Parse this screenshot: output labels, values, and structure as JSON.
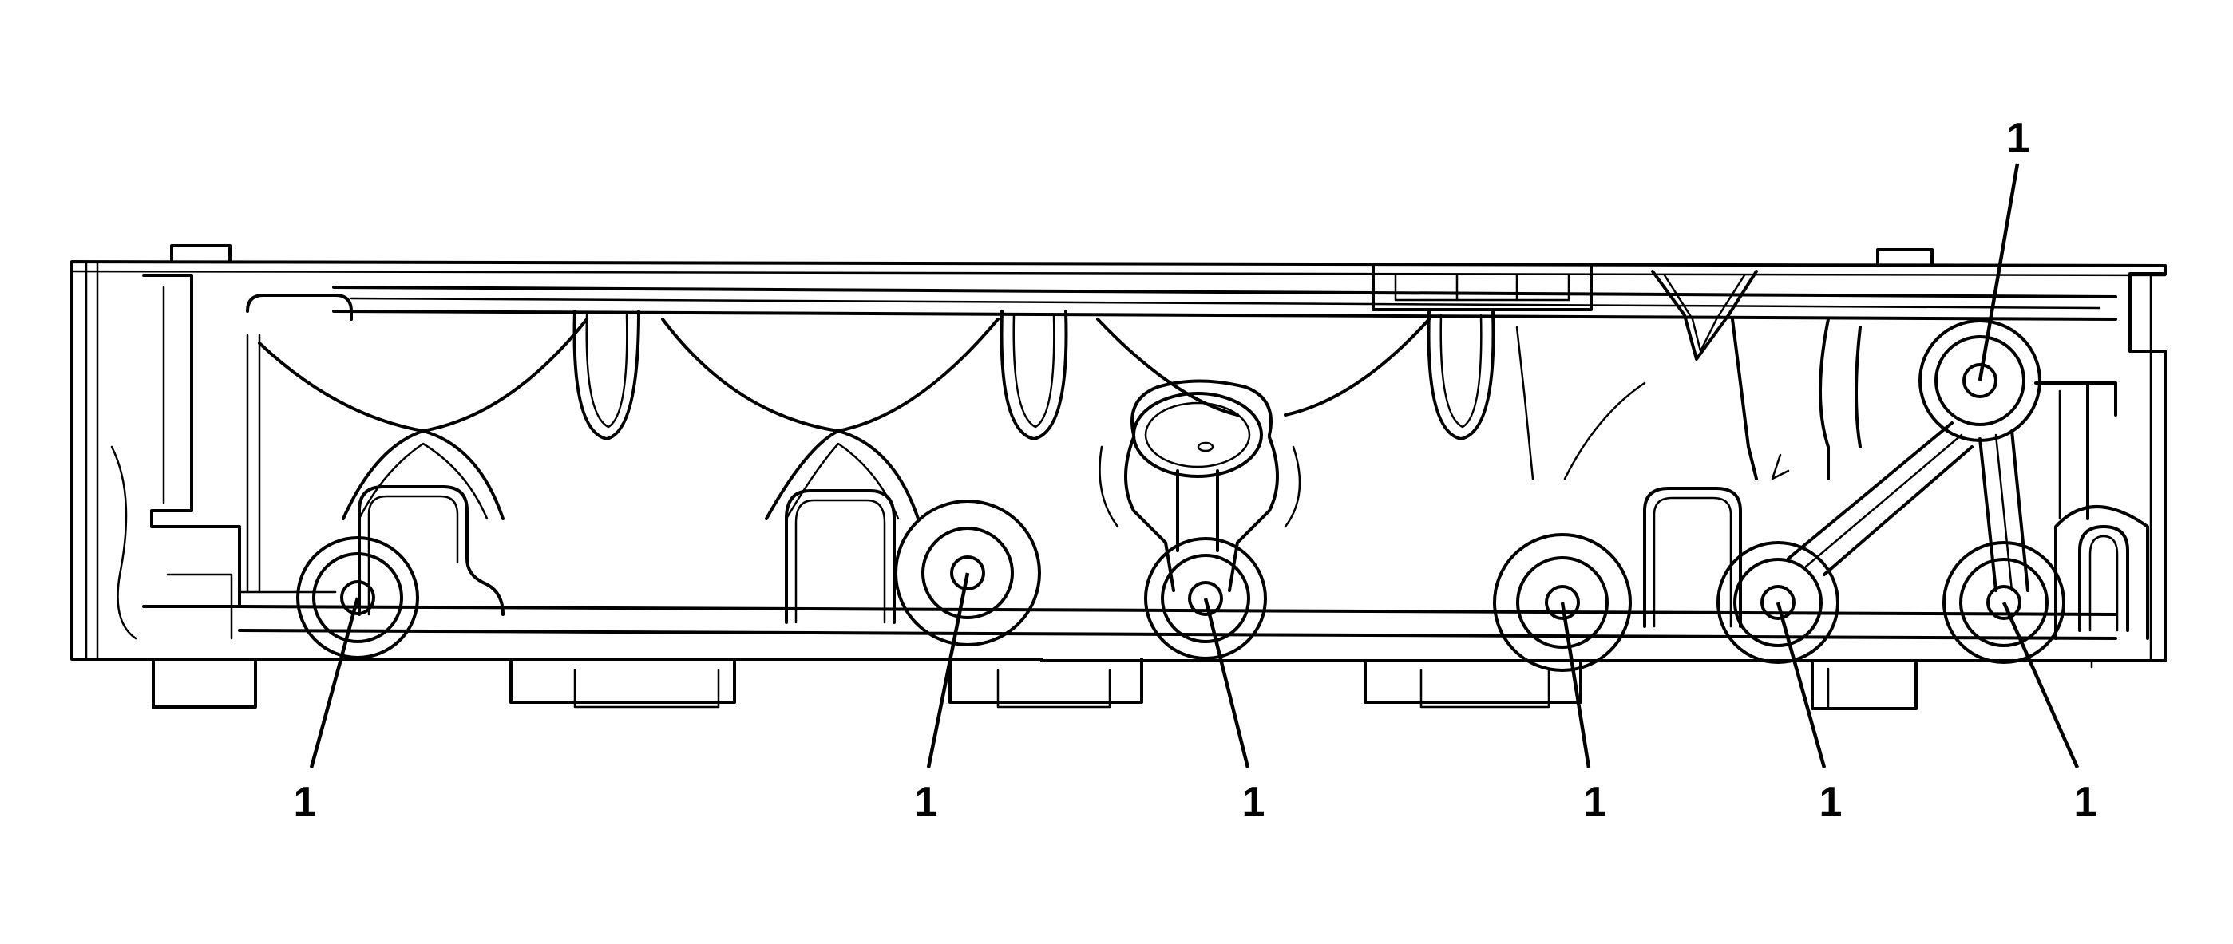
{
  "diagram": {
    "subject": "cylinder-head-bolt-locations",
    "ink_color": "#000000",
    "background_color": "#ffffff"
  },
  "callouts": [
    {
      "id": "bolt-1",
      "label": "1"
    },
    {
      "id": "bolt-2",
      "label": "1"
    },
    {
      "id": "bolt-3",
      "label": "1"
    },
    {
      "id": "bolt-4",
      "label": "1"
    },
    {
      "id": "bolt-5",
      "label": "1"
    },
    {
      "id": "bolt-6",
      "label": "1"
    },
    {
      "id": "bolt-7",
      "label": "1"
    }
  ]
}
